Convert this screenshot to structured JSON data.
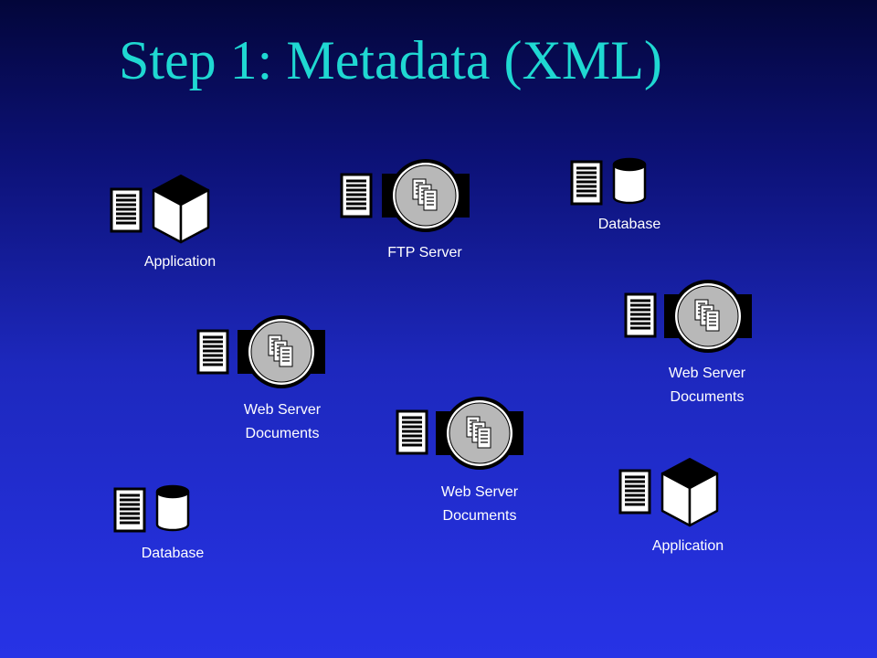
{
  "slide": {
    "title": "Step 1: Metadata (XML)"
  },
  "colors": {
    "title": "#1fd8d2",
    "label": "#ffffff",
    "icon_fill": "#ffffff",
    "icon_stroke": "#000000",
    "server_disc": "#b8b8b8"
  },
  "nodes": [
    {
      "icon": "application-cube-icon",
      "labels": [
        "Application"
      ]
    },
    {
      "icon": "server-disc-icon",
      "labels": [
        "FTP Server"
      ]
    },
    {
      "icon": "database-cylinder-icon",
      "labels": [
        "Database"
      ]
    },
    {
      "icon": "server-disc-icon",
      "labels": [
        "Web Server",
        "Documents"
      ]
    },
    {
      "icon": "server-disc-icon",
      "labels": [
        "Web Server",
        "Documents"
      ]
    },
    {
      "icon": "server-disc-icon",
      "labels": [
        "Web Server",
        "Documents"
      ]
    },
    {
      "icon": "database-cylinder-icon",
      "labels": [
        "Database"
      ]
    },
    {
      "icon": "application-cube-icon",
      "labels": [
        "Application"
      ]
    }
  ]
}
